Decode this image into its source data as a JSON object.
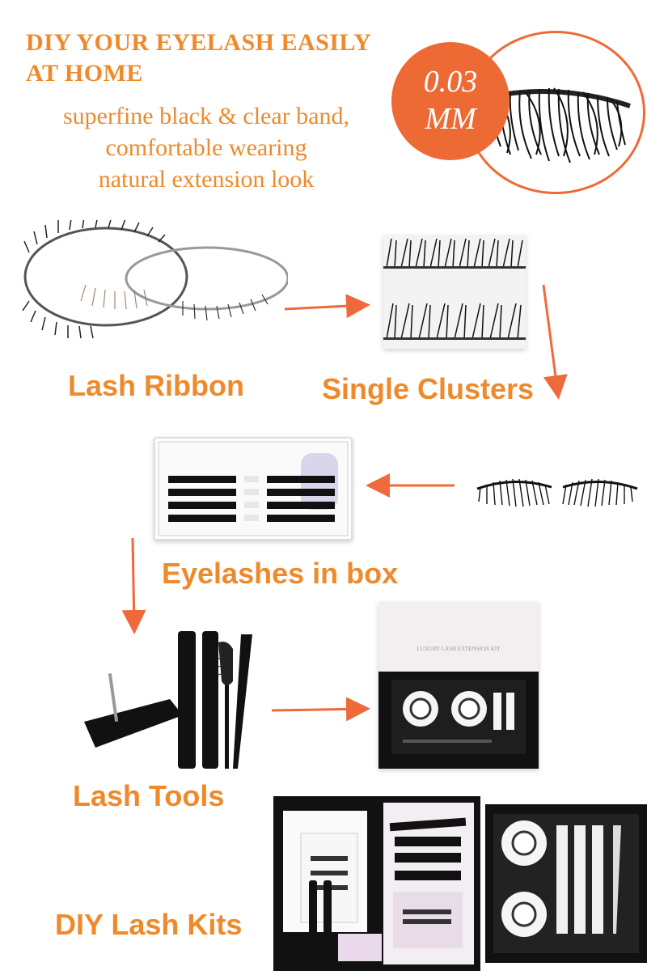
{
  "headline": [
    "DIY YOUR EYELASH EASILY",
    "AT HOME"
  ],
  "subtext": [
    "superfine black & clear band,",
    "comfortable wearing",
    "natural extension look"
  ],
  "badge": [
    "0.03",
    "MM"
  ],
  "labels": {
    "ribbon": "Lash Ribbon",
    "clusters": "Single Clusters",
    "box": "Eyelashes in box",
    "tools": "Lash Tools",
    "kits": "DIY Lash Kits"
  },
  "colors": {
    "accent": "#ee8a2b",
    "badge": "#ee6a35",
    "arrow": "#ef6a3a"
  }
}
